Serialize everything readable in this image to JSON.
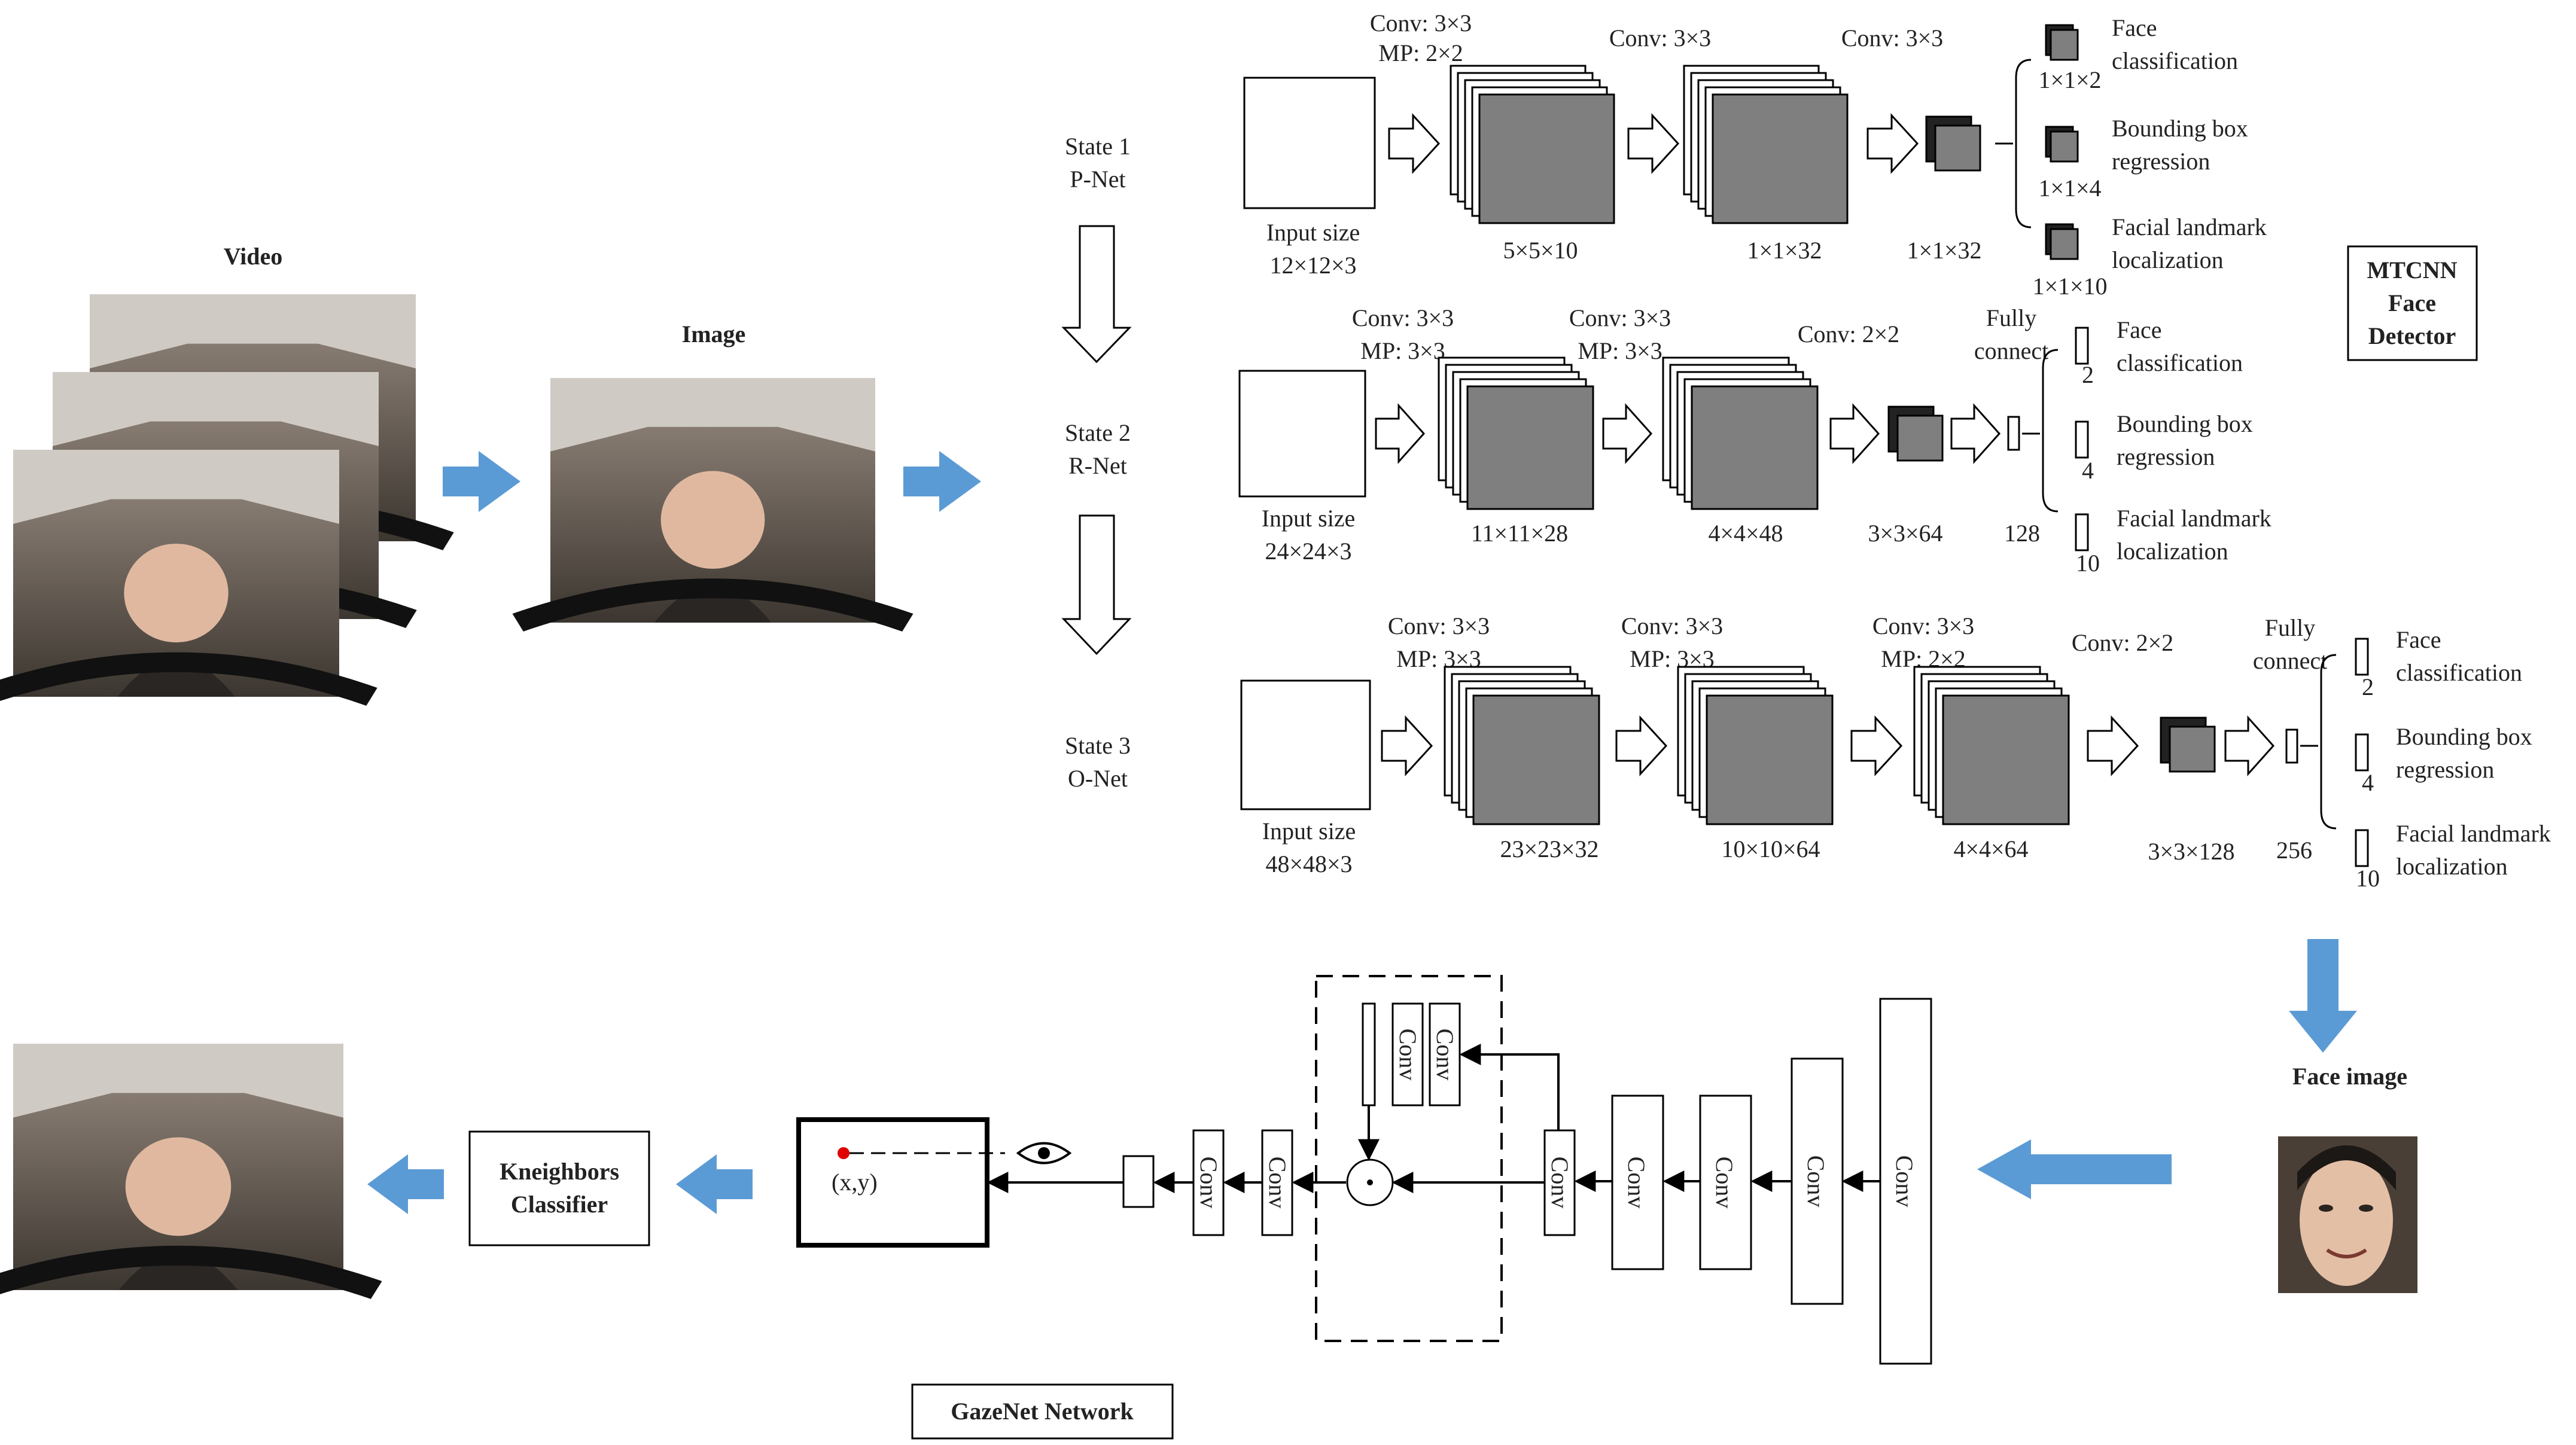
{
  "video": {
    "title": "Video"
  },
  "image": {
    "title": "Image"
  },
  "stages": [
    {
      "state": "State 1",
      "net": "P-Net"
    },
    {
      "state": "State 2",
      "net": "R-Net"
    },
    {
      "state": "State 3",
      "net": "O-Net"
    }
  ],
  "pnet": {
    "input_label": "Input size",
    "input_size": "12×12×3",
    "conv1": "Conv: 3×3",
    "mp1": "MP: 2×2",
    "size1": "5×5×10",
    "conv2": "Conv: 3×3",
    "size2": "1×1×32",
    "conv3": "Conv: 3×3",
    "size3": "1×1×32",
    "outputs": [
      {
        "size": "1×1×2",
        "line1": "Face",
        "line2": "classification"
      },
      {
        "size": "1×1×4",
        "line1": "Bounding box",
        "line2": "regression"
      },
      {
        "size": "1×1×10",
        "line1": "Facial landmark",
        "line2": "localization"
      }
    ]
  },
  "rnet": {
    "input_label": "Input size",
    "input_size": "24×24×3",
    "conv1": "Conv: 3×3",
    "mp1": "MP: 3×3",
    "size1": "11×11×28",
    "conv2": "Conv: 3×3",
    "mp2": "MP: 3×3",
    "size2": "4×4×48",
    "conv3": "Conv: 2×2",
    "size3": "3×3×64",
    "fc1": "Fully",
    "fc2": "connect",
    "fc_size": "128",
    "outputs": [
      {
        "size": "2",
        "line1": "Face",
        "line2": "classification"
      },
      {
        "size": "4",
        "line1": "Bounding box",
        "line2": "regression"
      },
      {
        "size": "10",
        "line1": "Facial landmark",
        "line2": "localization"
      }
    ]
  },
  "onet": {
    "input_label": "Input size",
    "input_size": "48×48×3",
    "conv1": "Conv: 3×3",
    "mp1": "MP: 3×3",
    "size1": "23×23×32",
    "conv2": "Conv: 3×3",
    "mp2": "MP: 3×3",
    "size2": "10×10×64",
    "conv3": "Conv: 3×3",
    "mp3": "MP: 2×2",
    "size3": "4×4×64",
    "conv4": "Conv: 2×2",
    "size4": "3×3×128",
    "fc1": "Fully",
    "fc2": "connect",
    "fc_size": "256",
    "outputs": [
      {
        "size": "2",
        "line1": "Face",
        "line2": "classification"
      },
      {
        "size": "4",
        "line1": "Bounding box",
        "line2": "regression"
      },
      {
        "size": "10",
        "line1": "Facial landmark",
        "line2": "localization"
      }
    ]
  },
  "mtcnn": {
    "line1": "MTCNN",
    "line2": "Face",
    "line3": "Detector"
  },
  "face_image": {
    "title": "Face image"
  },
  "gazenet": {
    "conv": "Conv",
    "point": "(x,y)",
    "network_label": "GazeNet Network"
  },
  "classifier": {
    "line1": "Kneighbors",
    "line2": "Classifier"
  },
  "colors": {
    "arrow_blue": "#5b9bd5",
    "feature_gray": "#7f7f7f",
    "gaze_point": "#e00000"
  }
}
